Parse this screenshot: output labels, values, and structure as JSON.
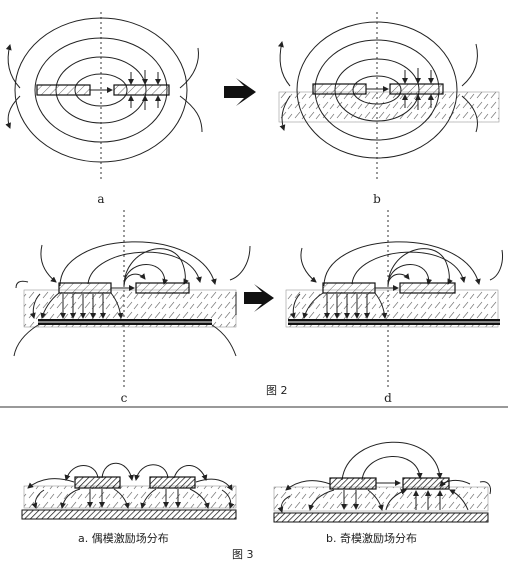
{
  "figure2": {
    "panel_a_label": "a",
    "panel_b_label": "b",
    "panel_c_label": "c",
    "panel_d_label": "d",
    "caption": "图 2"
  },
  "figure3": {
    "panel_a_caption": "a. 偶模激励场分布",
    "panel_b_caption": "b. 奇模激励场分布",
    "caption": "图 3"
  }
}
